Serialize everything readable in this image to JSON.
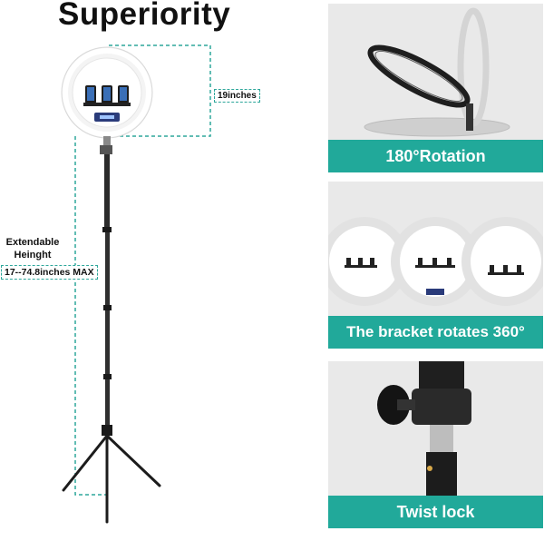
{
  "title": "Superiority",
  "labels": {
    "diameter": "19inches",
    "height_caption_line1": "Extendable",
    "height_caption_line2": "Heinght",
    "height_range": "17--74.8inches  MAX"
  },
  "panels": [
    {
      "caption": "180°Rotation"
    },
    {
      "caption": "The bracket rotates 360°"
    },
    {
      "caption": "Twist lock"
    }
  ],
  "colors": {
    "accent": "#21a99a",
    "panel_bg": "#e9e9e9",
    "dashed_line": "#2ea79b"
  }
}
